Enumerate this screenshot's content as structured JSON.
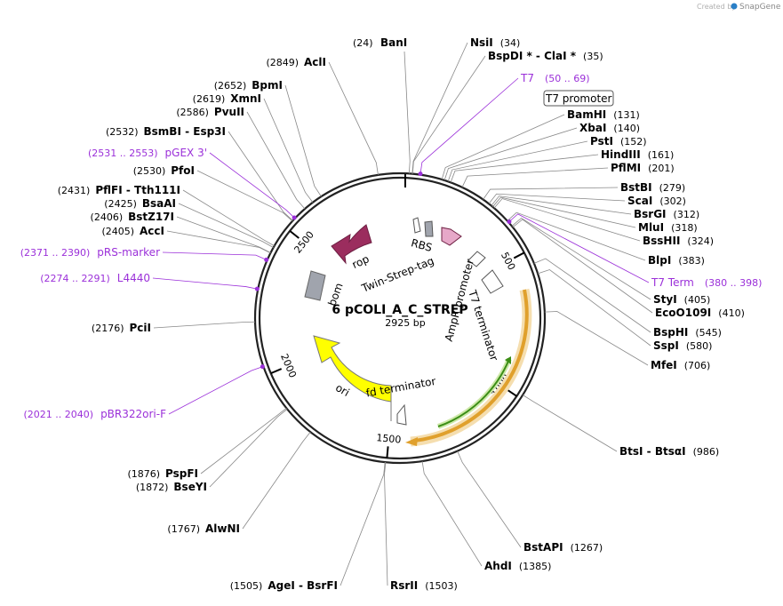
{
  "credit": {
    "text": "Created by",
    "brand": "SnapGene"
  },
  "plasmid": {
    "name": "6 pCOLI_A_C_STREP",
    "length": "2925 bp",
    "total_bp": 2925
  },
  "ticks": [
    {
      "bp": 500,
      "label": "500"
    },
    {
      "bp": 1000,
      "label": "1000"
    },
    {
      "bp": 1500,
      "label": "1500"
    },
    {
      "bp": 2000,
      "label": "2000"
    },
    {
      "bp": 2500,
      "label": "2500"
    }
  ],
  "sites_right": [
    {
      "pos": "(24)",
      "name": "BanI",
      "bp": 24
    },
    {
      "name": "NsiI",
      "pos": "(34)",
      "bp": 34
    },
    {
      "name": "BspDI * - ClaI *",
      "pos": "(35)",
      "bp": 35
    },
    {
      "name": "BamHI",
      "pos": "(131)",
      "bp": 131
    },
    {
      "name": "XbaI",
      "pos": "(140)",
      "bp": 140
    },
    {
      "name": "PstI",
      "pos": "(152)",
      "bp": 152
    },
    {
      "name": "HindIII",
      "pos": "(161)",
      "bp": 161
    },
    {
      "name": "PflMI",
      "pos": "(201)",
      "bp": 201
    },
    {
      "name": "BstBI",
      "pos": "(279)",
      "bp": 279
    },
    {
      "name": "ScaI",
      "pos": "(302)",
      "bp": 302
    },
    {
      "name": "BsrGI",
      "pos": "(312)",
      "bp": 312
    },
    {
      "name": "MluI",
      "pos": "(318)",
      "bp": 318
    },
    {
      "name": "BssHII",
      "pos": "(324)",
      "bp": 324
    },
    {
      "name": "BlpI",
      "pos": "(383)",
      "bp": 383
    },
    {
      "name": "StyI",
      "pos": "(405)",
      "bp": 405
    },
    {
      "name": "EcoO109I",
      "pos": "(410)",
      "bp": 410
    },
    {
      "name": "BspHI",
      "pos": "(545)",
      "bp": 545
    },
    {
      "name": "SspI",
      "pos": "(580)",
      "bp": 580
    },
    {
      "name": "MfeI",
      "pos": "(706)",
      "bp": 706
    },
    {
      "name": "BtsI - BtsαI",
      "pos": "(986)",
      "bp": 986
    },
    {
      "name": "BstAPI",
      "pos": "(1267)",
      "bp": 1267
    },
    {
      "name": "AhdI",
      "pos": "(1385)",
      "bp": 1385
    },
    {
      "name": "RsrII",
      "pos": "(1503)",
      "bp": 1503
    }
  ],
  "sites_left": [
    {
      "pos": "(2849)",
      "name": "AclI",
      "bp": 2849
    },
    {
      "pos": "(2652)",
      "name": "BpmI",
      "bp": 2652
    },
    {
      "pos": "(2619)",
      "name": "XmnI",
      "bp": 2619
    },
    {
      "pos": "(2586)",
      "name": "PvuII",
      "bp": 2586
    },
    {
      "pos": "(2532)",
      "name": "BsmBI - Esp3I",
      "bp": 2532
    },
    {
      "pos": "(2530)",
      "name": "PfoI",
      "bp": 2530
    },
    {
      "pos": "(2431)",
      "name": "PflFI - Tth111I",
      "bp": 2431
    },
    {
      "pos": "(2425)",
      "name": "BsaAI",
      "bp": 2425
    },
    {
      "pos": "(2406)",
      "name": "BstZ17I",
      "bp": 2406
    },
    {
      "pos": "(2405)",
      "name": "AccI",
      "bp": 2405
    },
    {
      "pos": "(2176)",
      "name": "PciI",
      "bp": 2176
    },
    {
      "pos": "(1876)",
      "name": "PspFI",
      "bp": 1876
    },
    {
      "pos": "(1872)",
      "name": "BseYI",
      "bp": 1872
    },
    {
      "pos": "(1767)",
      "name": "AlwNI",
      "bp": 1767
    },
    {
      "pos": "(1505)",
      "name": "AgeI - BsrFI",
      "bp": 1505
    }
  ],
  "primer_features": [
    {
      "name": "T7",
      "range": "(50 .. 69)",
      "bp": 60
    },
    {
      "name": "T7 Term",
      "range": "(380 .. 398)",
      "bp": 389
    },
    {
      "name": "pGEX 3'",
      "range": "(2531 .. 2553)",
      "bp": 2542
    },
    {
      "name": "pRS-marker",
      "range": "(2371 .. 2390)",
      "bp": 2380
    },
    {
      "name": "L4440",
      "range": "(2274 .. 2291)",
      "bp": 2282
    },
    {
      "name": "pBR322ori-F",
      "range": "(2021 .. 2040)",
      "bp": 2030
    }
  ],
  "boxed_label": {
    "text": "T7 promoter"
  },
  "features": {
    "rop": "rop",
    "rbs": "RBS",
    "twin_strep": "Twin-Strep-tag",
    "t7_terminator": "T7 terminator",
    "ampr_promoter": "AmpR promoter",
    "bom": "bom",
    "ori": "ori",
    "fd_terminator": "fd terminator"
  },
  "colors": {
    "rop": "#9b2d5e",
    "ori": "#ffff00",
    "bom": "#a0a4ad",
    "ampr": "#e8a93a",
    "green": "#4caf1f",
    "primer": "#9b30d9"
  }
}
